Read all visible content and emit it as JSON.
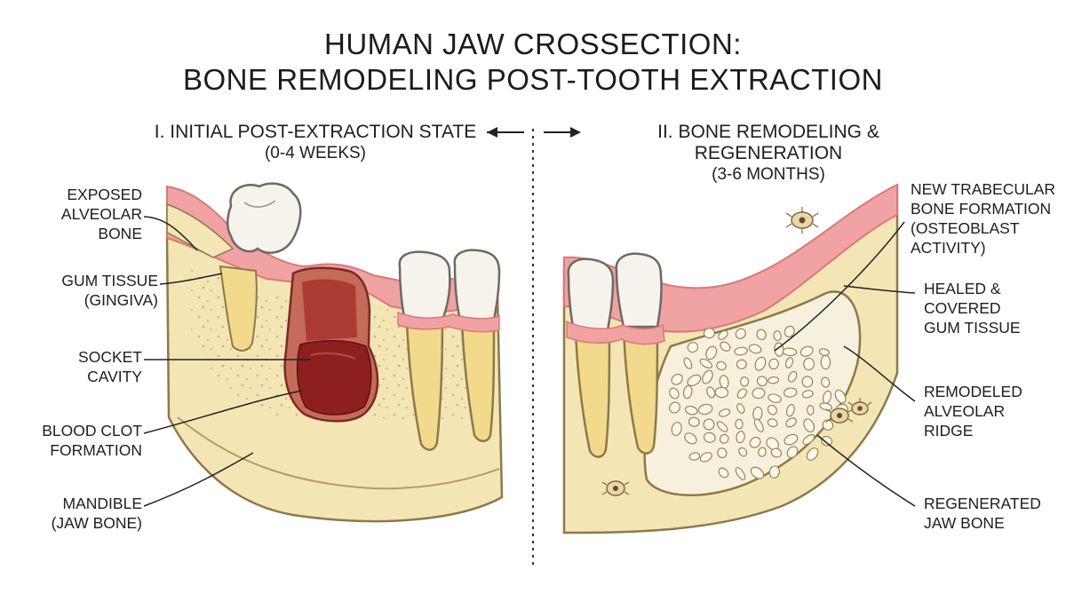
{
  "title": {
    "line1": "HUMAN JAW CROSSECTION:",
    "line2": "BONE REMODELING POST-TOOTH EXTRACTION"
  },
  "panels": {
    "left": {
      "heading": "I. INITIAL POST-EXTRACTION STATE",
      "subheading": "(0-4 WEEKS)"
    },
    "right": {
      "heading": "II. BONE REMODELING & REGENERATION",
      "subheading": "(3-6 MONTHS)"
    }
  },
  "labels_left": {
    "exposed_bone": [
      "EXPOSED",
      "ALVEOLAR",
      "BONE"
    ],
    "gum_tissue": [
      "GUM TISSUE",
      "(GINGIVA)"
    ],
    "socket_cavity": [
      "SOCKET",
      "CAVITY"
    ],
    "blood_clot": [
      "BLOOD CLOT",
      "FORMATION"
    ],
    "mandible": [
      "MANDIBLE",
      "(JAW BONE)"
    ]
  },
  "labels_right": {
    "new_trabecular": [
      "NEW TRABECULAR",
      "BONE FORMATION",
      "(OSTEOBLAST",
      "ACTIVITY)"
    ],
    "healed_gum": [
      "HEALED &",
      "COVERED",
      "GUM TISSUE"
    ],
    "remodeled_ridge": [
      "REMODELED",
      "ALVEOLAR",
      "RIDGE"
    ],
    "regenerated_bone": [
      "REGENERATED",
      "JAW BONE"
    ]
  },
  "colors": {
    "bone": "#f3e6b4",
    "bone_outline": "#8c7a4a",
    "gum": "#f0a3a2",
    "gum_dark": "#d9787a",
    "enamel": "#f6f3ec",
    "root": "#f2d98c",
    "socket": "#a8322e",
    "clot": "#8e1f1f",
    "trabecular": "#f7f0dc",
    "ink": "#1e1e1e"
  }
}
